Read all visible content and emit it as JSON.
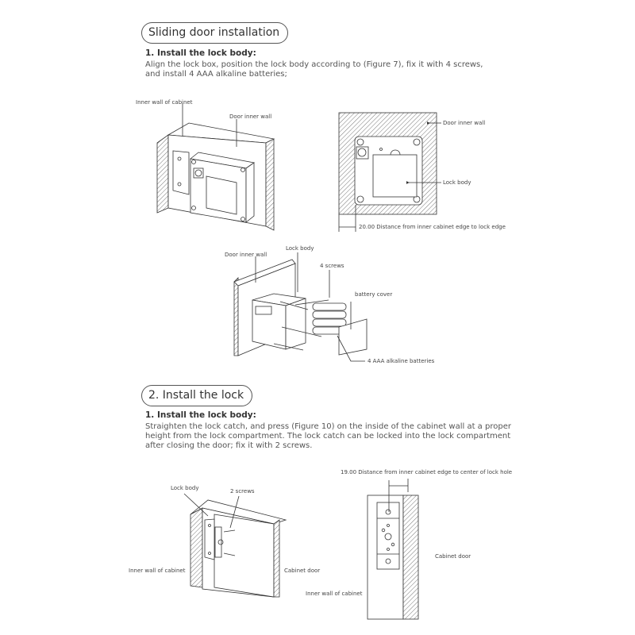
{
  "section1": {
    "title": "Sliding door installation",
    "step_title": "1. Install the lock body:",
    "text_lines": [
      "Align the lock box, position the lock body according to (Figure 7), fix it with 4 screws,",
      "and install 4 AAA alkaline batteries;"
    ],
    "fig_a_labels": {
      "inner_wall": "Inner wall of cabinet",
      "door_inner_wall": "Door inner wall"
    },
    "fig_b_labels": {
      "door_inner_wall": "Door inner wall",
      "lock_body": "Lock body",
      "dimension": "20.00 Distance from inner cabinet edge to lock edge"
    },
    "fig_c_labels": {
      "door_inner_wall": "Door inner wall",
      "lock_body": "Lock body",
      "screws": "4 screws",
      "battery_cover": "battery cover",
      "batteries": "4 AAA alkaline batteries"
    }
  },
  "section2": {
    "title": "2. Install the lock",
    "step_title": "1. Install the lock body:",
    "text_lines": [
      "Straighten the lock catch, and press (Figure 10) on the inside of the cabinet wall at a proper",
      "height from the lock compartment. The lock catch can be locked into the lock compartment",
      "after closing the door; fix it with 2 screws."
    ],
    "fig_d_labels": {
      "lock_body": "Lock body",
      "screws": "2 screws",
      "inner_wall": "Inner wall of cabinet",
      "cabinet_door": "Cabinet door"
    },
    "fig_e_labels": {
      "dimension": "19.00 Distance from inner cabinet edge to center of lock hole",
      "cabinet_door": "Cabinet door",
      "inner_wall": "Inner wall of cabinet"
    }
  }
}
